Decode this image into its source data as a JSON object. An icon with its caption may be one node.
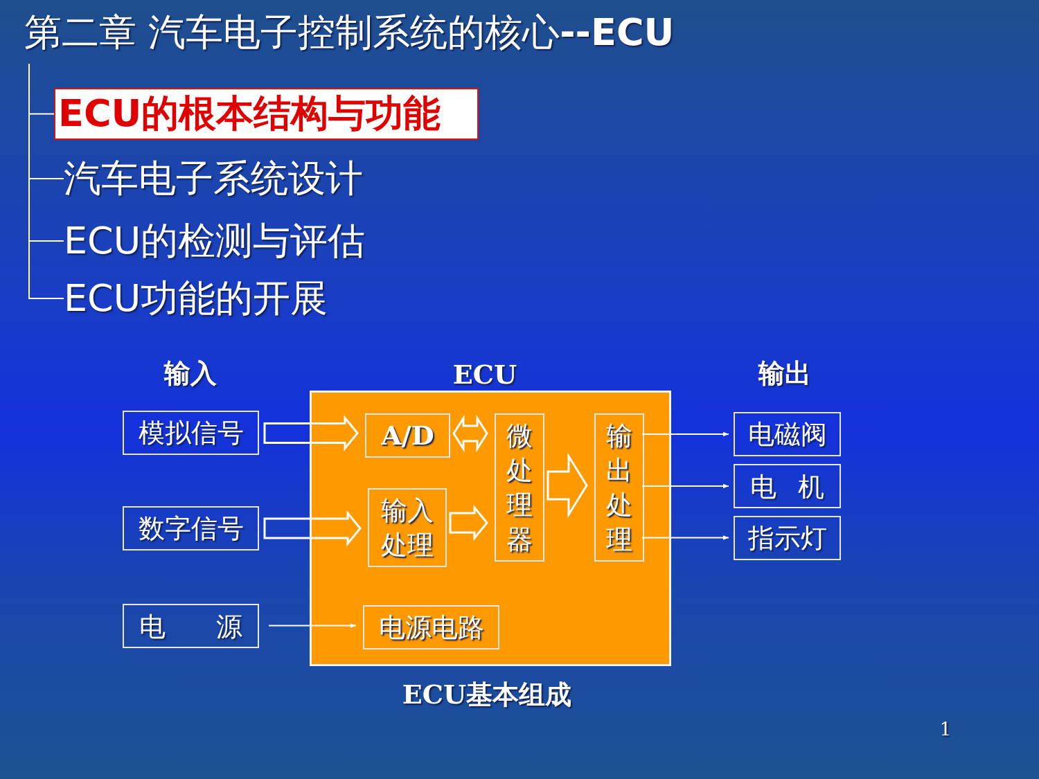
{
  "diagram": {
    "title": "第二章 汽车电子控制系统的核心**--ECU**",
    "caption": "ECU基本组成",
    "nodes": [
      {
        "text": [
          "ECU的根本结构与功能"
        ]
      },
      {
        "text": [
          "汽车电子系统设计"
        ]
      },
      {
        "text": [
          "ECU的检测与评估"
        ]
      },
      {
        "text": [
          "ECU功能的开展"
        ]
      },
      {
        "text": [
          "模拟信号"
        ]
      },
      {
        "text": [
          "数字信号"
        ]
      },
      {
        "text": [
          "电 源"
        ]
      },
      {
        "text": [
          "ECU"
        ]
      },
      {
        "text": [
          "A/D"
        ],
        "in": 7
      },
      {
        "text": [
          "输入处理"
        ],
        "in": 7
      },
      {
        "text": [
          "微处理器"
        ],
        "in": 7
      },
      {
        "text": [
          "输出处理"
        ],
        "in": 7
      },
      {
        "text": [
          "电源电路"
        ],
        "in": 7
      },
      {
        "text": [
          "电磁阀"
        ]
      },
      {
        "text": [
          "电 机"
        ]
      },
      {
        "text": [
          "指示灯"
        ]
      }
    ],
    "edges": [
      {
        "from": null,
        "to": 0,
        "arrow": "none"
      },
      {
        "from": null,
        "to": 1,
        "arrow": "none"
      },
      {
        "from": null,
        "to": 2,
        "arrow": "none"
      },
      {
        "from": null,
        "to": 3,
        "arrow": "none"
      },
      {
        "from": 4,
        "to": 8,
        "arrow": "to",
        "style": "thick"
      },
      {
        "from": 5,
        "to": 9,
        "arrow": "to",
        "style": "thick"
      },
      {
        "from": 6,
        "to": 12,
        "arrow": "to"
      },
      {
        "from": 8,
        "to": 10,
        "arrow": "both",
        "style": "thick"
      },
      {
        "from": 9,
        "to": 10,
        "arrow": "to",
        "style": "thick"
      },
      {
        "from": 10,
        "to": 11,
        "arrow": "to",
        "style": "thick"
      },
      {
        "from": 11,
        "to": 13,
        "arrow": "to"
      },
      {
        "from": 11,
        "to": 14,
        "arrow": "to"
      },
      {
        "from": 11,
        "to": 15,
        "arrow": "to"
      }
    ],
    "labels": [
      "输入",
      "输出",
      "1"
    ]
  }
}
